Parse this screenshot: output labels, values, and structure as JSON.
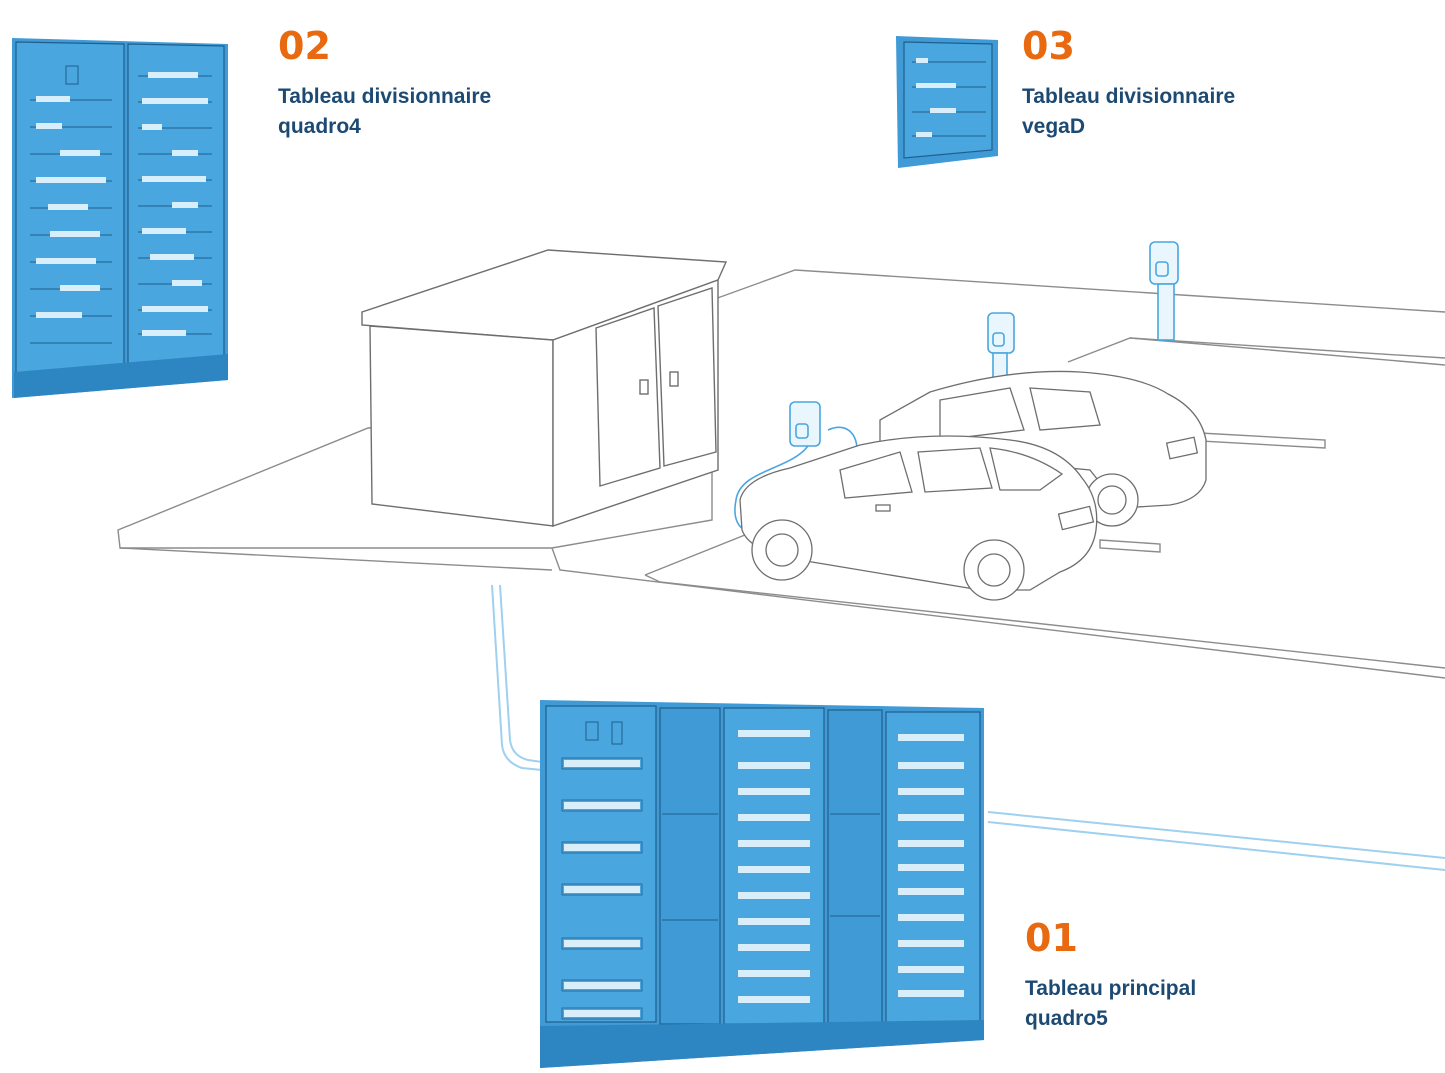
{
  "colors": {
    "accent": "#e8690f",
    "navy": "#1d4a73",
    "cabinet_blue": "#4aa6de",
    "cabinet_dark": "#2d86c2",
    "line": "#8c8c8c",
    "cable": "#9fd0ef"
  },
  "labels": [
    {
      "id": "02",
      "number": "02",
      "line1": "Tableau divisionnaire",
      "line2": "quadro4"
    },
    {
      "id": "03",
      "number": "03",
      "line1": "Tableau divisionnaire",
      "line2": "vegaD"
    },
    {
      "id": "01",
      "number": "01",
      "line1": "Tableau principal",
      "line2": "quadro5"
    }
  ],
  "icons": [
    "quadro4-cabinet-icon",
    "vegad-cabinet-icon",
    "quadro5-cabinet-icon",
    "transformer-kiosk-icon",
    "electric-car-icon",
    "charging-station-icon"
  ]
}
